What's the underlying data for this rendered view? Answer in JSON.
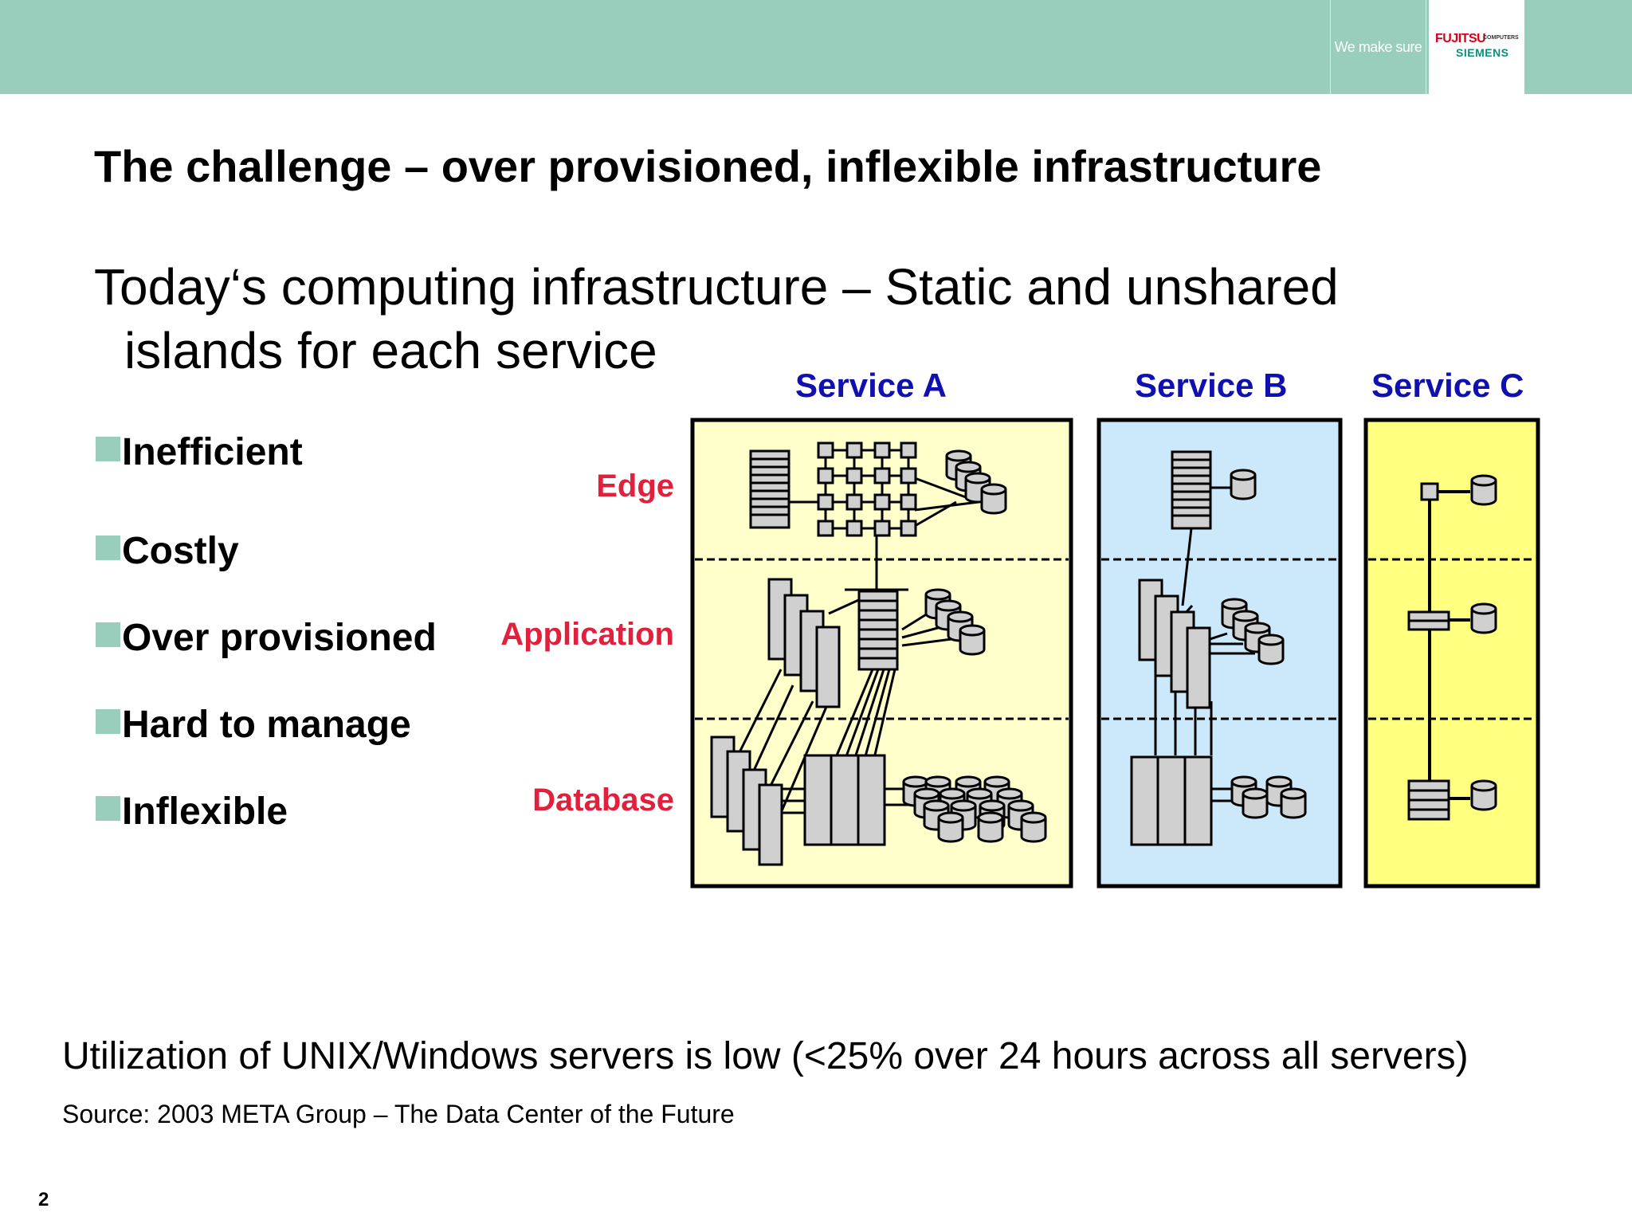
{
  "header": {
    "tagline": "We make sure",
    "logo_fujitsu": "FUJITSU",
    "logo_computers": "COMPUTERS",
    "logo_siemens": "SIEMENS",
    "background_color": "#99cdbc"
  },
  "title": "The challenge – over provisioned, inflexible infrastructure",
  "subtitle": {
    "line1": "Today‘s computing infrastructure – Static and unshared",
    "line2": "islands for each service"
  },
  "bullets": [
    "Inefficient",
    "Costly",
    "Over provisioned",
    "Hard to manage",
    "Inflexible"
  ],
  "diagram": {
    "tiers": [
      "Edge",
      "Application",
      "Database"
    ],
    "services": [
      {
        "name": "Service A",
        "color": "#ffffcc"
      },
      {
        "name": "Service B",
        "color": "#cce8fb"
      },
      {
        "name": "Service C",
        "color": "#ffff80"
      }
    ],
    "tier_label_color": "#e0203c",
    "service_title_color": "#1010b0"
  },
  "footer": {
    "statement": "Utilization of UNIX/Windows servers is low (<25% over 24 hours across  all servers)",
    "source": "Source: 2003 META Group – The Data Center of the Future"
  },
  "page_number": "2"
}
